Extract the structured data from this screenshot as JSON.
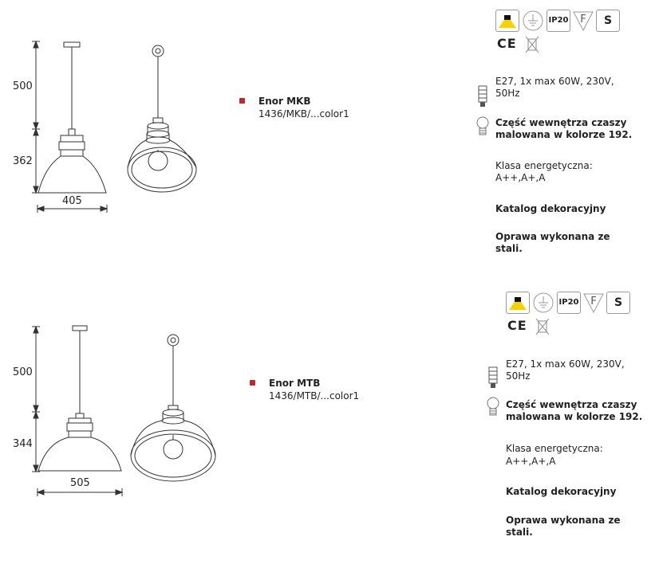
{
  "blocks": [
    {
      "dims": {
        "height_top": "500",
        "height_shade": "362",
        "width": "405"
      },
      "product": {
        "name": "Enor MKB",
        "code": "1436/MKB/...color1"
      },
      "icons": [
        "light-distribution-icon",
        "protection-class-earth-icon",
        "ip20-icon",
        "f-mark-icon",
        "s-mark-icon",
        "ce-mark-icon",
        "weee-bin-icon"
      ],
      "ip_label": "IP20",
      "f_label": "F",
      "s_label": "S",
      "ce_label": "CE",
      "spec_power": "E27, 1x max 60W, 230V, 50Hz",
      "spec_painted": "Część wewnętrza czaszy malowana w kolorze 192.",
      "energy_label": "Klasa energetyczna:",
      "energy_value": "A++,A+,A",
      "catalog": "Katalog dekoracyjny",
      "material": "Oprawa wykonana ze stali."
    },
    {
      "dims": {
        "height_top": "500",
        "height_shade": "344",
        "width": "505"
      },
      "product": {
        "name": "Enor MTB",
        "code": "1436/MTB/...color1"
      },
      "icons": [
        "light-distribution-icon",
        "protection-class-earth-icon",
        "ip20-icon",
        "f-mark-icon",
        "s-mark-icon",
        "ce-mark-icon",
        "weee-bin-icon"
      ],
      "ip_label": "IP20",
      "f_label": "F",
      "s_label": "S",
      "ce_label": "CE",
      "spec_power": "E27, 1x max 60W, 230V, 50Hz",
      "spec_painted": "Część wewnętrza czaszy malowana w kolorze 192.",
      "energy_label": "Klasa energetyczna:",
      "energy_value": "A++,A+,A",
      "catalog": "Katalog dekoracyjny",
      "material": "Oprawa wykonana ze stali."
    }
  ],
  "colors": {
    "accent_dot": "#c0282d",
    "light_yellow": "#f5d200"
  }
}
